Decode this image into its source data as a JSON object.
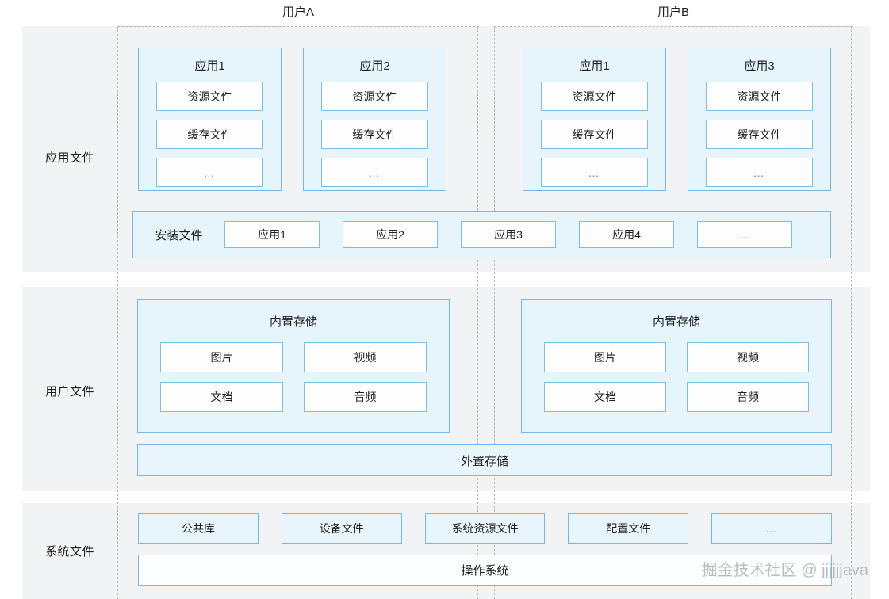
{
  "rows": {
    "app_files": "应用文件",
    "user_files": "用户文件",
    "system_files": "系统文件"
  },
  "users": {
    "a": "用户A",
    "b": "用户B"
  },
  "app_cards": [
    {
      "title": "应用1",
      "items": [
        "资源文件",
        "缓存文件",
        "…"
      ]
    },
    {
      "title": "应用2",
      "items": [
        "资源文件",
        "缓存文件",
        "…"
      ]
    },
    {
      "title": "应用1",
      "items": [
        "资源文件",
        "缓存文件",
        "…"
      ]
    },
    {
      "title": "应用3",
      "items": [
        "资源文件",
        "缓存文件",
        "…"
      ]
    }
  ],
  "install": {
    "label": "安装文件",
    "items": [
      "应用1",
      "应用2",
      "应用3",
      "应用4",
      "…"
    ]
  },
  "storage": {
    "internal_title": "内置存储",
    "cells": [
      "图片",
      "视频",
      "文档",
      "音频"
    ],
    "external_title": "外置存储"
  },
  "system": {
    "items": [
      "公共库",
      "设备文件",
      "系统资源文件",
      "配置文件",
      "…"
    ],
    "os": "操作系统"
  },
  "watermark": "掘金技术社区 @ jjjjjjava",
  "colors": {
    "band": "#f2f3f4",
    "card_fill": "#e6f4fb",
    "card_border": "#73b8e8",
    "inner_fill": "#fdfdfd",
    "inner_border": "#7cbce8",
    "dashed": "#b4b4b4",
    "text": "#1f1f1f"
  }
}
